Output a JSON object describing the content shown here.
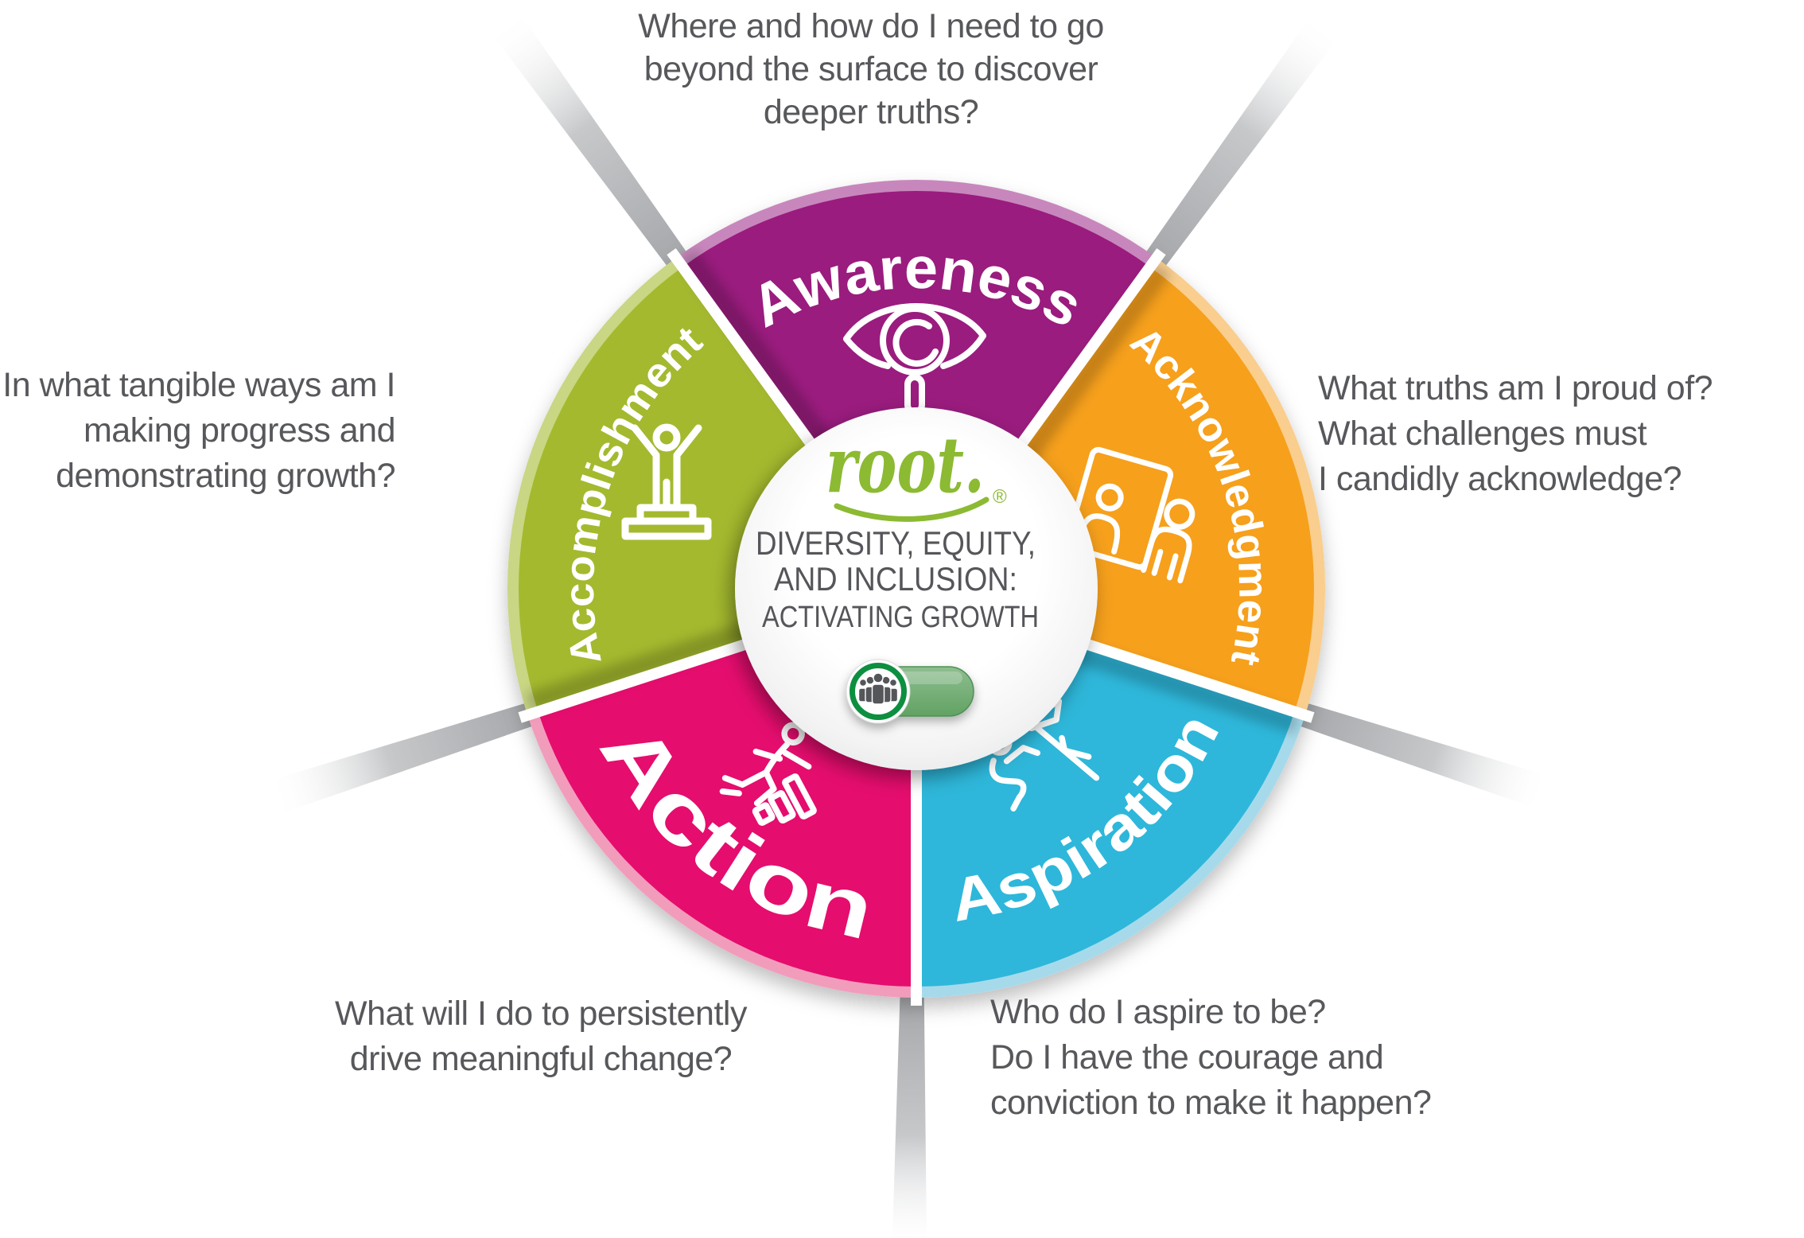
{
  "diagram": {
    "center": {
      "logo": "root.",
      "registered_mark": "®",
      "line1": "DIVERSITY, EQUITY,",
      "line2": "AND INCLUSION:",
      "line3": "ACTIVATING GROWTH",
      "toggle_icon": "people-group-icon"
    },
    "segments": [
      {
        "id": "awareness",
        "label": "Awareness",
        "color": "#9A1C7E",
        "rim_color": "#C887BC",
        "icon": "eye-magnifier-icon",
        "question_lines": [
          "Where and how do I need to go",
          "beyond the surface to discover",
          "deeper truths?"
        ]
      },
      {
        "id": "acknowledgment",
        "label": "Acknowledgment",
        "color": "#F6A01B",
        "rim_color": "#F9CE8E",
        "icon": "mirror-reflection-icon",
        "question_lines": [
          "What truths am I proud of?",
          "What challenges must",
          "I candidly acknowledge?"
        ]
      },
      {
        "id": "aspiration",
        "label": "Aspiration",
        "color": "#2FB7DA",
        "rim_color": "#A6DAEB",
        "icon": "flag-summit-icon",
        "question_lines": [
          "Who do I aspire to be?",
          "Do I have the courage and",
          "conviction to make it happen?"
        ]
      },
      {
        "id": "action",
        "label": "Action",
        "color": "#E50C6E",
        "rim_color": "#F29CBB",
        "icon": "runner-growth-icon",
        "question_lines": [
          "What will I do to persistently",
          "drive meaningful change?"
        ]
      },
      {
        "id": "accomplishment",
        "label": "Accomplishment",
        "color": "#A4B92D",
        "rim_color": "#C9D683",
        "icon": "victory-podium-icon",
        "question_lines": [
          "In what tangible ways am I",
          "making progress and",
          "demonstrating growth?"
        ]
      }
    ]
  },
  "colors": {
    "question_text": "#57585B",
    "center_text": "#55565A",
    "logo_green": "#8CBA33",
    "label_text": "#FFFFFF",
    "icon_stroke": "#FFFFFF",
    "spoke_near": "#A5A7AA",
    "spoke_mid": "#C6C8CA",
    "toggle_track": "#6BA56B",
    "toggle_ring": "#0F8F41",
    "toggle_people": "#54565A"
  }
}
